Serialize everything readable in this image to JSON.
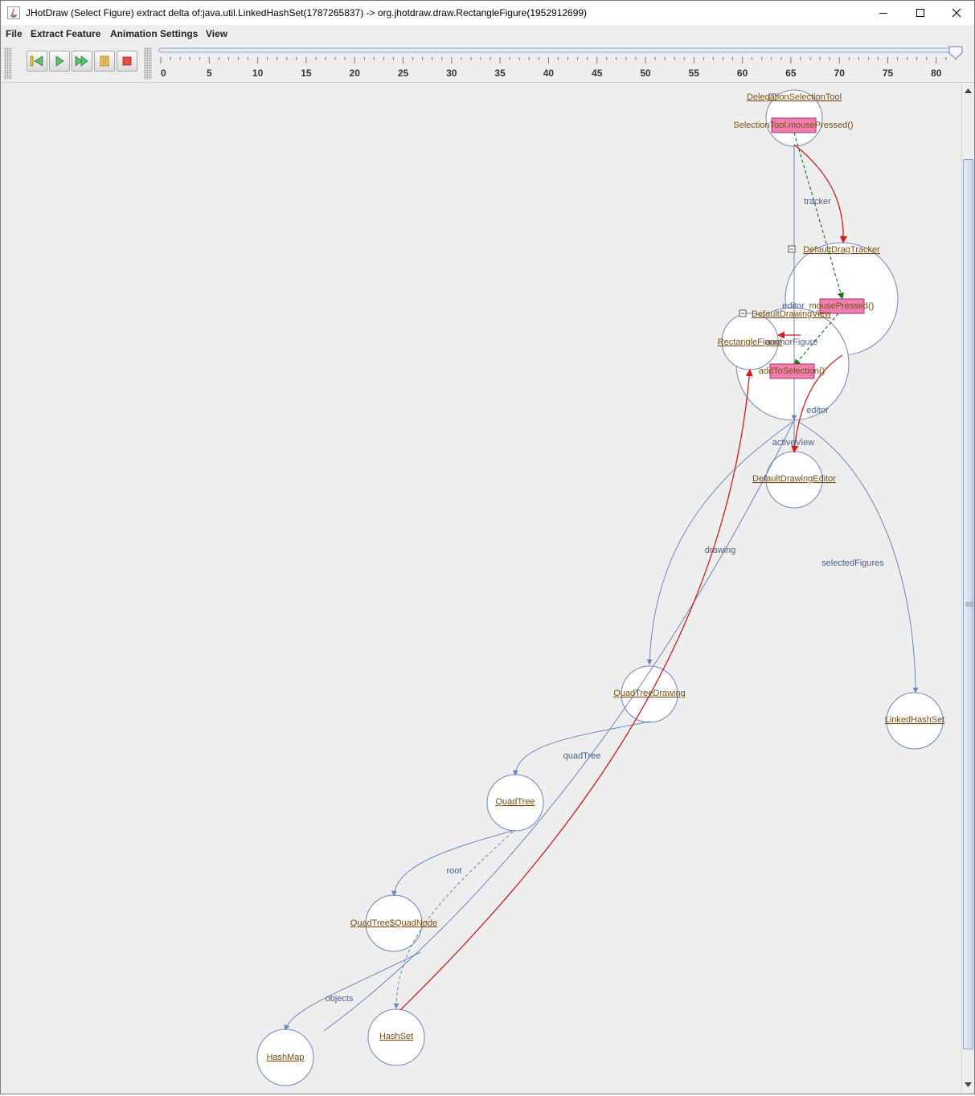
{
  "window": {
    "title": "JHotDraw (Select Figure) extract delta of:java.util.LinkedHashSet(1787265837) -> org.jhotdraw.draw.RectangleFigure(1952912699)",
    "controls": [
      "minimize-icon",
      "maximize-icon",
      "close-icon"
    ]
  },
  "menu": {
    "items": [
      "File",
      "Extract Feature",
      "Animation Settings",
      "View"
    ]
  },
  "toolbar": {
    "buttons": [
      {
        "icon": "skip-to-start-icon",
        "color": "#d6a018"
      },
      {
        "icon": "play-icon",
        "color": "#3aa34a"
      },
      {
        "icon": "fast-forward-icon",
        "color": "#3aa34a"
      },
      {
        "icon": "pause-icon",
        "color": "#d6a018"
      },
      {
        "icon": "stop-icon",
        "color": "#e03030"
      }
    ]
  },
  "timeline": {
    "ticks": [
      "0",
      "5",
      "10",
      "15",
      "20",
      "25",
      "30",
      "35",
      "40",
      "45",
      "50",
      "55",
      "60",
      "65",
      "70",
      "75",
      "80"
    ],
    "min": 0,
    "max": 82,
    "value": 82
  },
  "graph": {
    "colors": {
      "edge": "#6b86c2",
      "call": "#d81b1b",
      "flow": "#1a7a1a",
      "label": "#7a4e12",
      "method_fill": "#f07fb1",
      "method_border": "#b03060"
    },
    "nodes": {
      "delegation_tool": "DelegationSelectionTool",
      "drag_tracker": "DefaultDragTracker",
      "drawing_view": "DefaultDrawingView",
      "rectangle_figure": "RectangleFigure",
      "drawing_editor": "DefaultDrawingEditor",
      "quadtree_drawing": "QuadTreeDrawing",
      "linked_hash_set": "LinkedHashSet",
      "quadtree": "QuadTree",
      "quadnode": "QuadTree$QuadNode",
      "hashmap": "HashMap",
      "hashset": "HashSet"
    },
    "methods": {
      "selection_tool_mouse_pressed": "SelectionTool.mousePressed()",
      "mouse_pressed": "mousePressed()",
      "add_to_selection": "addToSelection()"
    },
    "edge_labels": {
      "tracker": "tracker",
      "editor_1": "editor",
      "anchor_figure": "anchorFigure",
      "editor_2": "editor",
      "active_view": "activeView",
      "drawing": "drawing",
      "selected_figures": "selectedFigures",
      "quad_tree": "quadTree",
      "root": "root",
      "objects": "objects"
    }
  }
}
